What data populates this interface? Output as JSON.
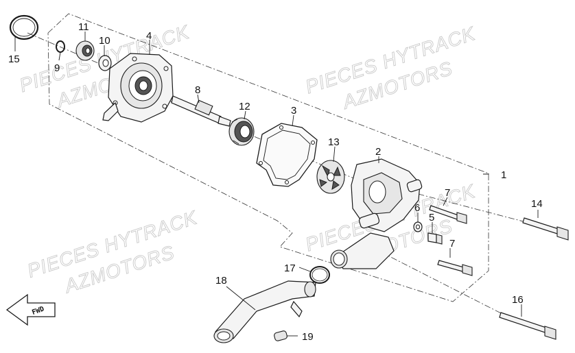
{
  "watermarks": [
    {
      "line1": "PIECES HYTRACK",
      "line2": "AZMOTORS"
    },
    {
      "line1": "PIECES HYTRACK",
      "line2": "AZMOTORS"
    },
    {
      "line1": "PIECES HYTRACK",
      "line2": "AZMOTORS"
    },
    {
      "line1": "PIECES HYTRACK",
      "line2": "AZMOTORS"
    }
  ],
  "fwd_label": "FWD",
  "callouts": {
    "c1": "1",
    "c2": "2",
    "c3": "3",
    "c4": "4",
    "c5": "5",
    "c6": "6",
    "c7a": "7",
    "c7b": "7",
    "c8": "8",
    "c9": "9",
    "c10": "10",
    "c11": "11",
    "c12": "12",
    "c13": "13",
    "c14": "14",
    "c15": "15",
    "c16": "16",
    "c17": "17",
    "c18": "18",
    "c19": "19"
  }
}
